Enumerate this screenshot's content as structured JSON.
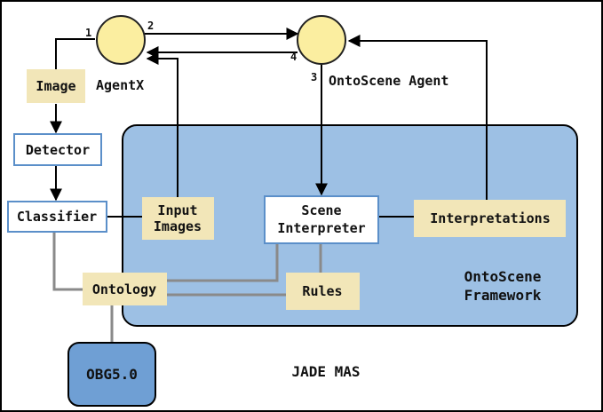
{
  "diagram": {
    "agents": {
      "agentx": {
        "label": "AgentX"
      },
      "ontoscene_agent": {
        "label": "OntoScene Agent"
      }
    },
    "ports": {
      "p1": "1",
      "p2": "2",
      "p3": "3",
      "p4": "4"
    },
    "nodes": {
      "image": "Image",
      "detector": "Detector",
      "classifier": "Classifier",
      "input_images": [
        "Input",
        "Images"
      ],
      "scene_interpreter": [
        "Scene",
        "Interpreter"
      ],
      "interpretations": "Interpretations",
      "ontology": "Ontology",
      "rules": "Rules",
      "obg": "OBG5.0"
    },
    "framework": {
      "label": [
        "OntoScene",
        "Framework"
      ]
    },
    "footer": {
      "label": "JADE MAS"
    },
    "colors": {
      "agent_fill": "#fbeea0",
      "agent_stroke": "#222222",
      "tan_fill": "#f2e6b8",
      "framework_fill": "#9dc0e4",
      "box_stroke": "#5b8fc9",
      "gray_line": "#8a8a8a",
      "frame_border": "#000000"
    }
  }
}
